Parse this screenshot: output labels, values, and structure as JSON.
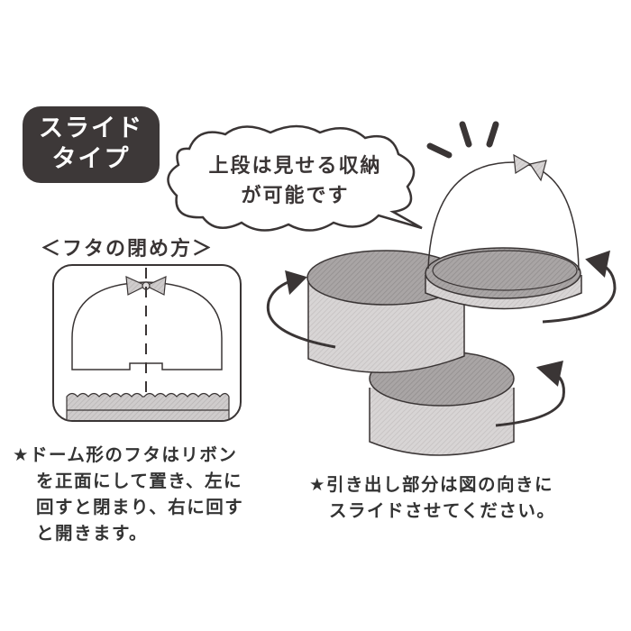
{
  "badge": {
    "line1": "スライド",
    "line2": "タイプ",
    "bg_color": "#3d3838"
  },
  "speech_bubble": {
    "line1": "上段は見せる収納",
    "line2": "が可能です"
  },
  "lid_instructions": {
    "title": "＜フタの閉め方＞"
  },
  "notes": {
    "left": {
      "star": "★",
      "lines": [
        "ドーム形のフタはリボン",
        "を正面にして置き、左に",
        "回すと閉まり、右に回す",
        "と開きます。"
      ]
    },
    "right": {
      "star": "★",
      "lines": [
        "引き出し部分は図の向きに",
        "スライドさせてください。"
      ]
    }
  },
  "icons": {
    "star": "star-icon",
    "bow": "ribbon-bow-icon",
    "rotate_arrow": "rotate-arrow-icon"
  }
}
